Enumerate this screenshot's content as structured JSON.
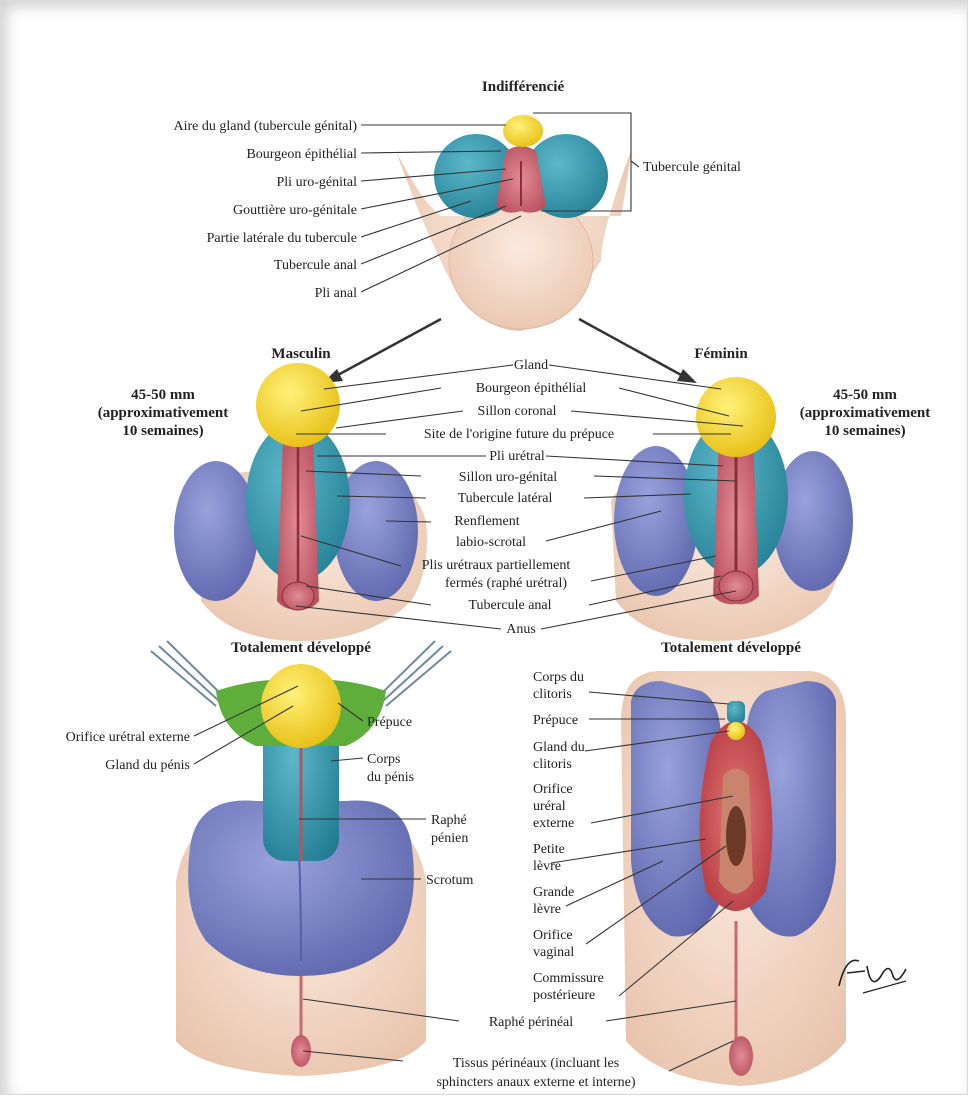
{
  "sections": {
    "indifferent": {
      "title": "Indifférencié",
      "labels": [
        "Aire du gland (tubercule génital)",
        "Bourgeon épithélial",
        "Pli uro-génital",
        "Gouttière uro-génitale",
        "Partie latérale du tubercule",
        "Tubercule anal",
        "Pli anal"
      ],
      "bracket_label": "Tubercule génital"
    },
    "male_stage": {
      "title": "Masculin",
      "age_lines": [
        "45-50 mm",
        "(approximativement",
        "10 semaines)"
      ]
    },
    "female_stage": {
      "title": "Féminin",
      "age_lines": [
        "45-50 mm",
        "(approximativement",
        "10 semaines)"
      ]
    },
    "middle_labels": [
      "Gland",
      "Bourgeon épithélial",
      "Sillon coronal",
      "Site de l'origine future du prépuce",
      "Pli urétral",
      "Sillon uro-génital",
      "Tubercule latéral",
      "Renflement",
      "labio-scrotal",
      "Plis urétraux partiellement",
      "fermés (raphé urétral)",
      "Tubercule anal",
      "Anus"
    ],
    "male_developed": {
      "title": "Totalement développé",
      "left_labels": [
        "Orifice urétral externe",
        "Gland du pénis"
      ],
      "right_labels": [
        "Prépuce",
        "Corps",
        "du pénis",
        "Raphé",
        "pénien",
        "Scrotum"
      ]
    },
    "female_developed": {
      "title": "Totalement développé",
      "labels": [
        "Corps du",
        "clitoris",
        "Prépuce",
        "Gland du",
        "clitoris",
        "Orifice",
        "uréral",
        "externe",
        "Petite",
        "lèvre",
        "Grande",
        "lèvre",
        "Orifice",
        "vaginal",
        "Commissure",
        "postérieure"
      ]
    },
    "bottom_labels": [
      "Raphé périnéal",
      "Tissus périnéaux (incluant les",
      "sphincters anaux externe et interne)"
    ],
    "signature": "F. Netter"
  },
  "colors": {
    "skin": "#f3dccb",
    "skin_dark": "#e6bfa6",
    "glans": "#f6d21f",
    "teal": "#2f93a8",
    "purple": "#6f79c0",
    "pink": "#cf6a7a",
    "green": "#5fae3c",
    "red_inner": "#c9464e"
  }
}
